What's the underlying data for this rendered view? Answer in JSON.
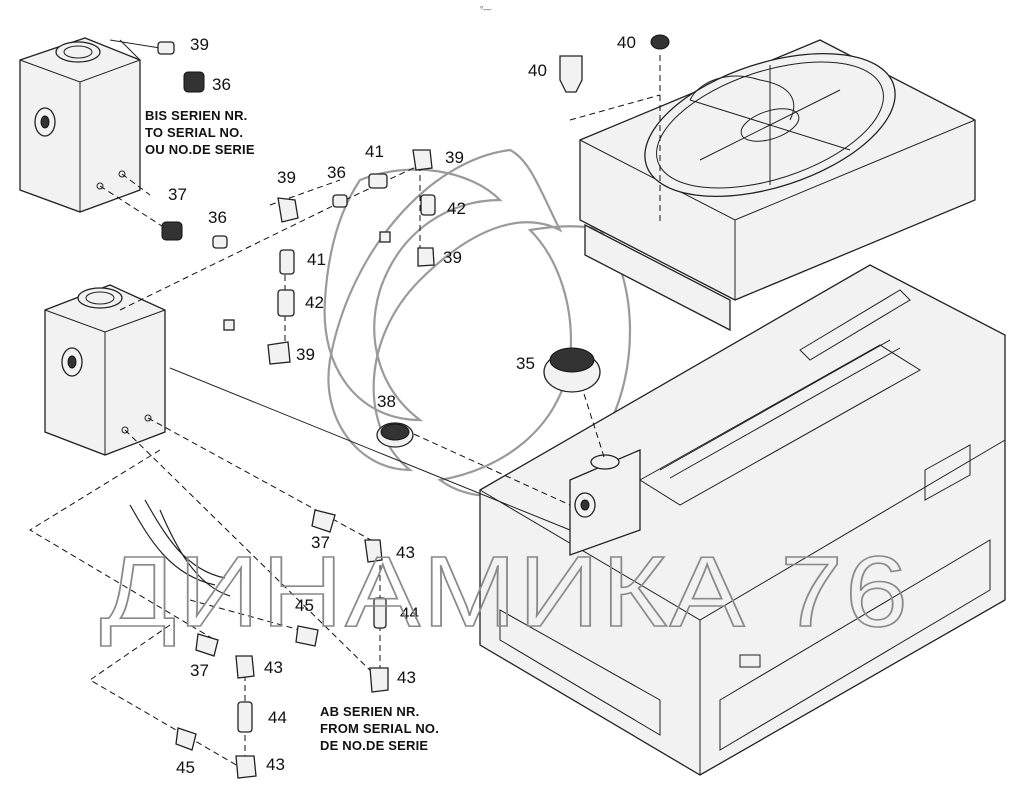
{
  "top_mark": "°—",
  "callouts": {
    "c39a": "39",
    "c36a": "36",
    "c37a": "37",
    "c36b": "36",
    "c39b": "39",
    "c36c": "36",
    "c41a": "41",
    "c39c": "39",
    "c42a": "42",
    "c39d": "39",
    "c41b": "41",
    "c42b": "42",
    "c39e": "39",
    "c40a": "40",
    "c40b": "40",
    "c35": "35",
    "c38": "38",
    "c37b": "37",
    "c43a": "43",
    "c44a": "44",
    "c45a": "45",
    "c43b": "43",
    "c37c": "37",
    "c43c": "43",
    "c44b": "44",
    "c45b": "45",
    "c43d": "43"
  },
  "note_until": [
    "BIS SERIEN NR.",
    "TO SERIAL NO.",
    "OU NO.DE SERIE"
  ],
  "note_from": [
    "AB SERIEN NR.",
    "FROM SERIAL NO.",
    "DE NO.DE SERIE"
  ],
  "watermark": "ДИНАМИКА 76"
}
